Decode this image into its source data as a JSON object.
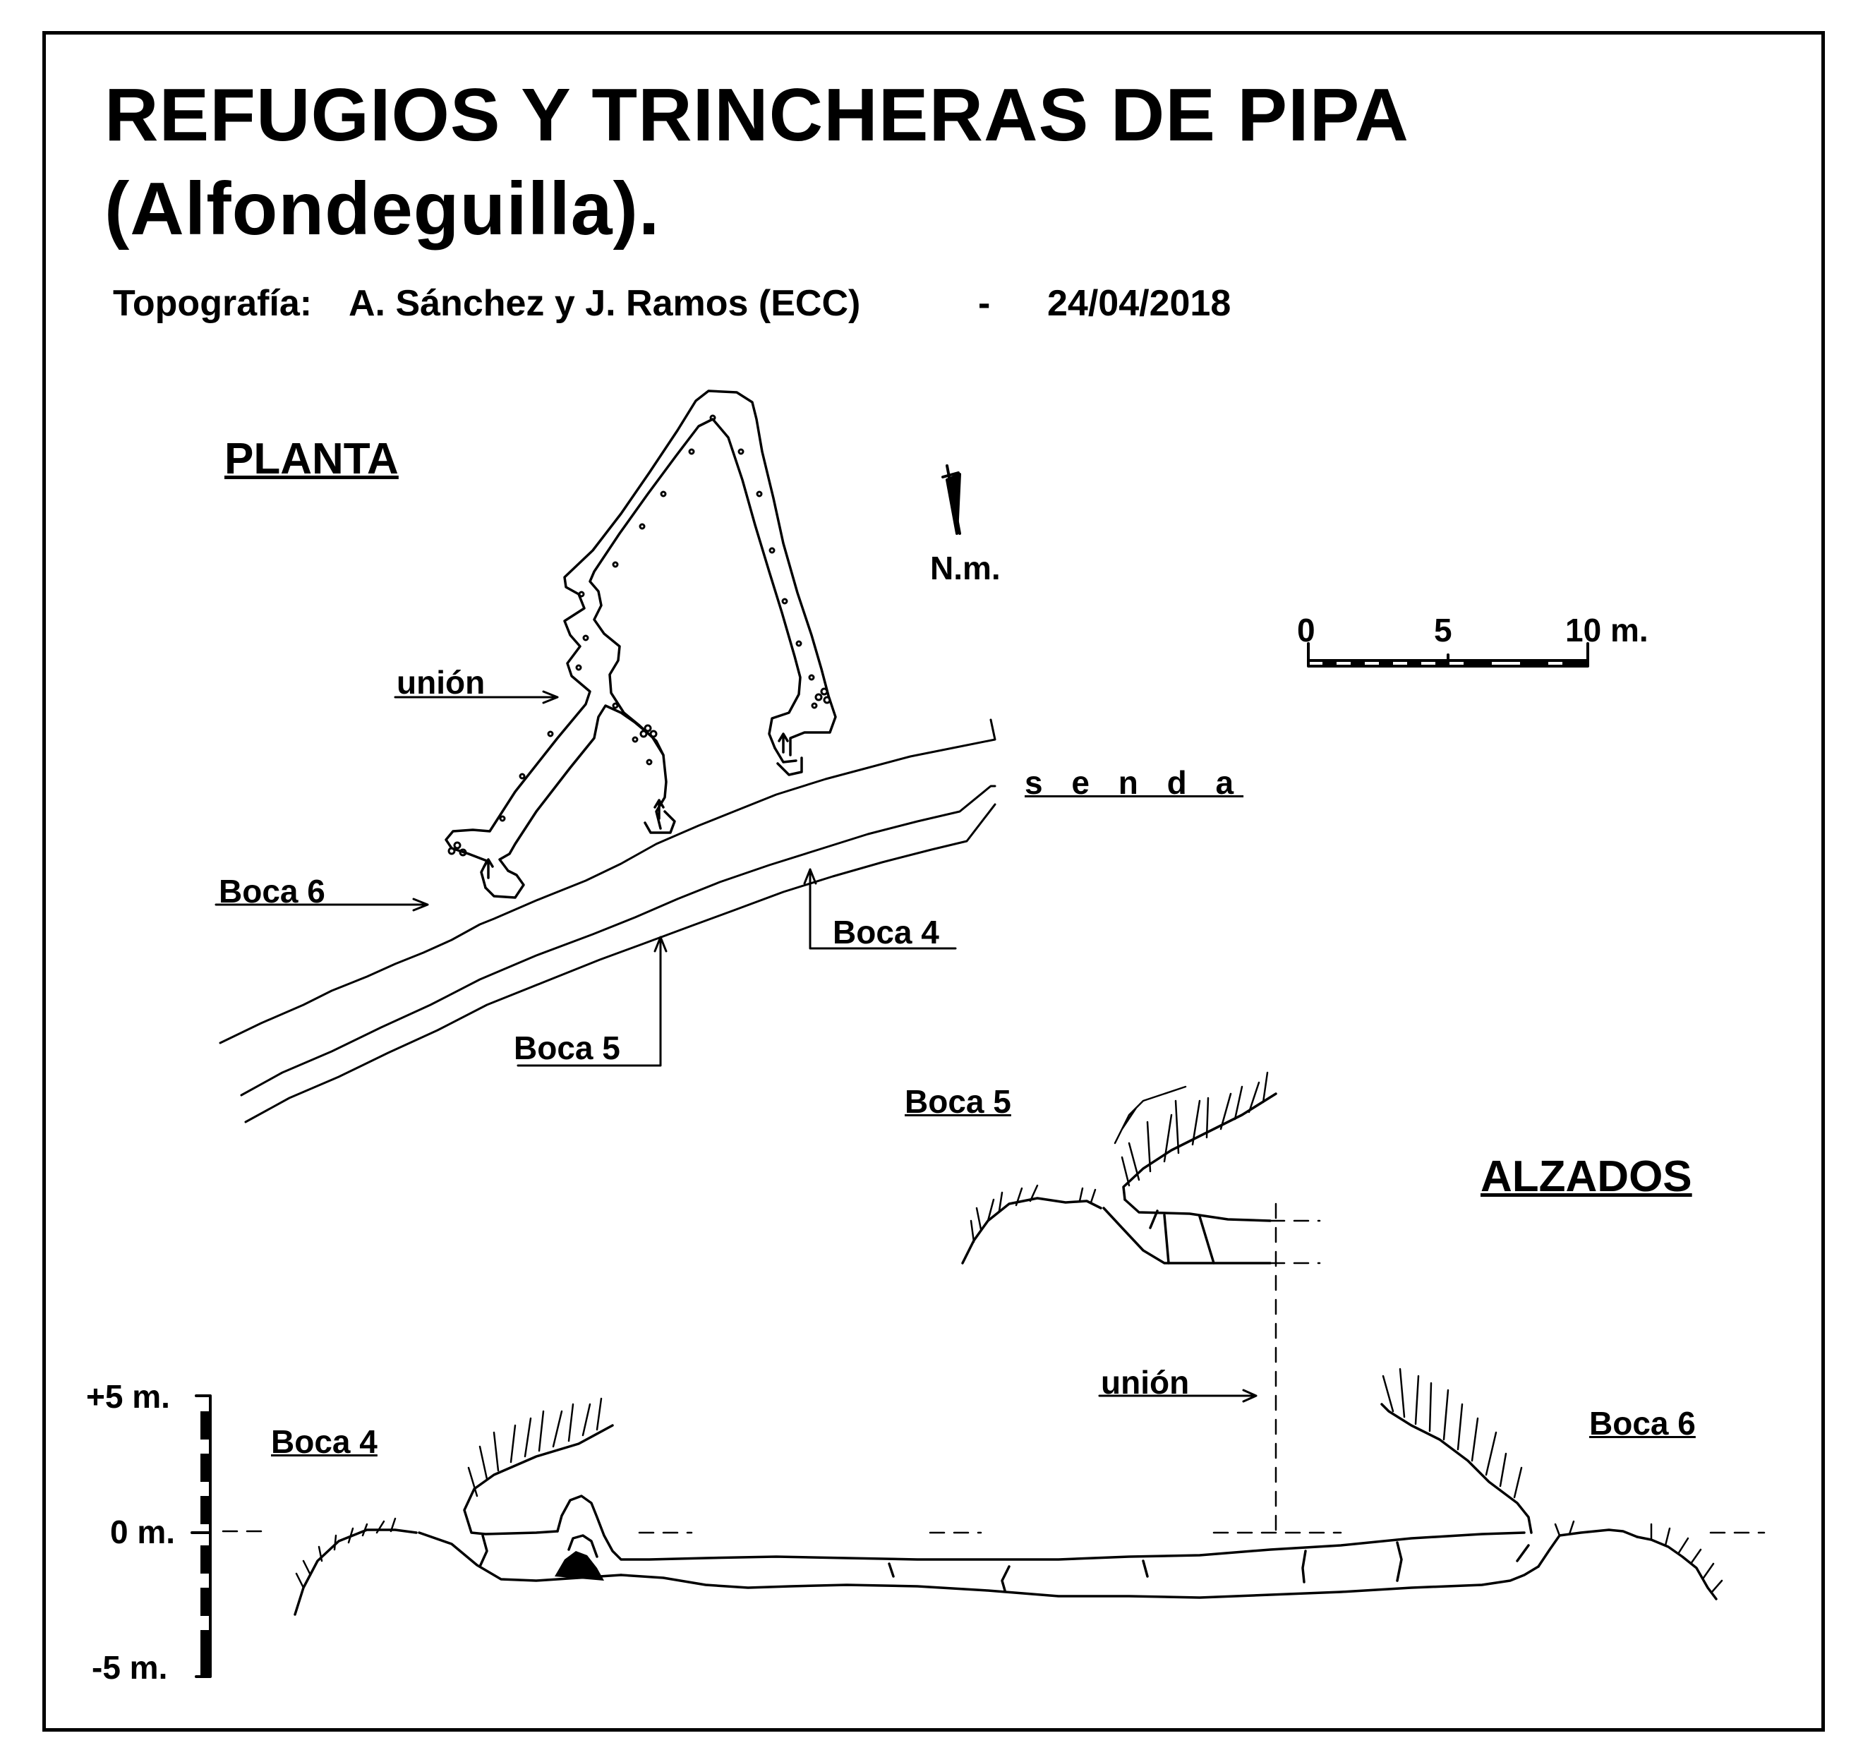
{
  "title": {
    "line1": "REFUGIOS  Y  TRINCHERAS  DE  PIPA",
    "line2": "(Alfondeguilla)."
  },
  "credits": {
    "label": "Topografía:",
    "authors": "A. Sánchez  y  J. Ramos  (ECC)",
    "separator": "-",
    "date": "24/04/2018"
  },
  "plan": {
    "heading": "PLANTA",
    "north_label": "N.m.",
    "union_label": "unión",
    "path_label": "s e n d a",
    "entrances": [
      "Boca  6",
      "Boca  4",
      "Boca  5"
    ]
  },
  "scale_bar": {
    "ticks": [
      "0",
      "5",
      "10 m."
    ]
  },
  "elevations": {
    "heading": "ALZADOS",
    "boca5_label": "Boca  5",
    "boca4_label": "Boca  4",
    "boca6_label": "Boca  6",
    "union_label": "unión"
  },
  "vertical_scale": {
    "top": "+5 m.",
    "zero": "0 m.",
    "bottom": "-5 m."
  }
}
